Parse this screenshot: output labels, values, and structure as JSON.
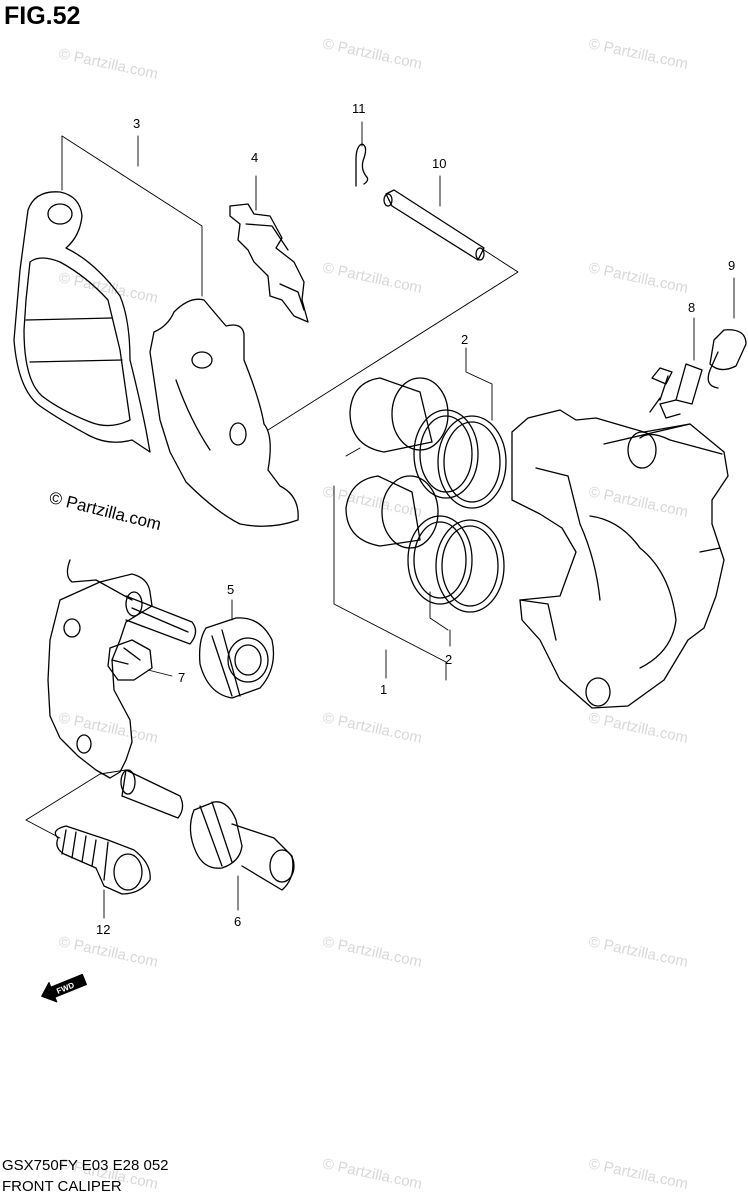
{
  "figure": {
    "title": "FIG.52"
  },
  "copyright": "© Partzilla.com",
  "watermark": "© Partzilla.com",
  "callouts": [
    "1",
    "2",
    "2",
    "3",
    "4",
    "5",
    "6",
    "7",
    "8",
    "9",
    "10",
    "11",
    "12"
  ],
  "fwd_label": "FWD",
  "footer": {
    "model_line": "GSX750FY  E03  E28   052",
    "caption": "FRONT CALIPER"
  }
}
